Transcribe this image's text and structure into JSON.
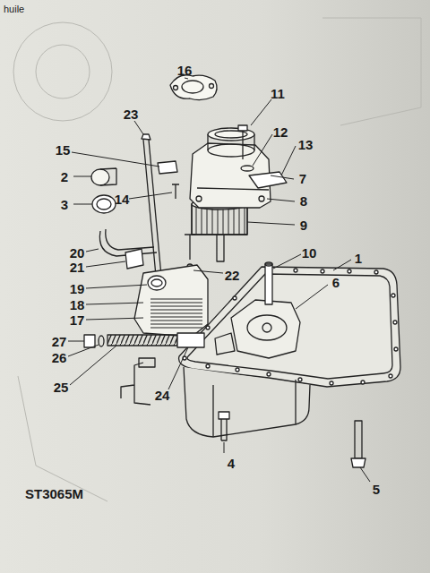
{
  "diagram": {
    "labels": [
      "huile",
      "16",
      "11",
      "23",
      "12",
      "15",
      "13",
      "2",
      "7",
      "14",
      "3",
      "8",
      "9",
      "20",
      "10",
      "21",
      "22",
      "6",
      "1",
      "19",
      "18",
      "17",
      "27",
      "26",
      "25",
      "24",
      "4",
      "5",
      "ST3065M"
    ]
  }
}
